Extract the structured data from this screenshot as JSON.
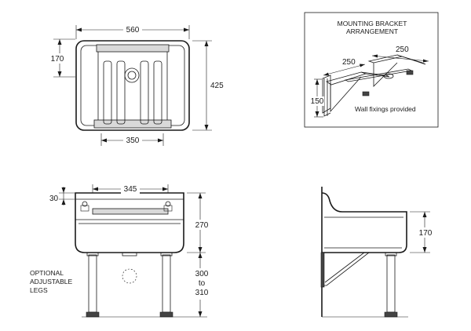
{
  "top_view": {
    "width_label": "560",
    "depth_label": "425",
    "grid_depth_label": "170",
    "grid_width_label": "350"
  },
  "front_view": {
    "inner_width_label": "345",
    "rim_label": "30",
    "bowl_depth_label": "270",
    "leg_height_line1": "300",
    "leg_height_line2": "to",
    "leg_height_line3": "310",
    "legs_note_line1": "OPTIONAL",
    "legs_note_line2": "ADJUSTABLE",
    "legs_note_line3": "LEGS"
  },
  "side_view": {
    "height_label": "170"
  },
  "bracket_box": {
    "title_line1": "MOUNTING BRACKET",
    "title_line2": "ARRANGEMENT",
    "arm_label_left": "250",
    "arm_label_right": "250",
    "height_label": "150",
    "note": "Wall fixings provided"
  }
}
